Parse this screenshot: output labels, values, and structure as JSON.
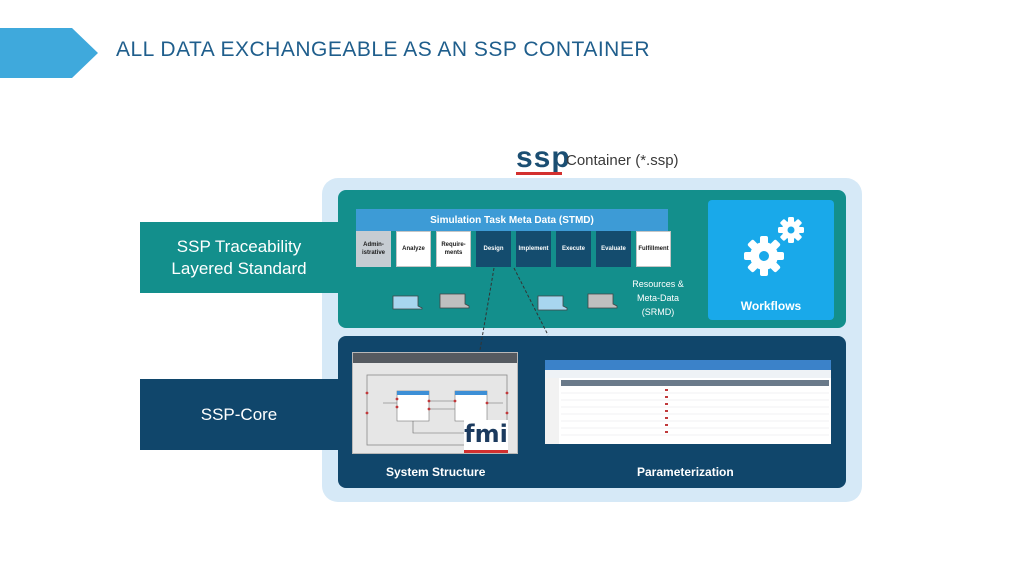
{
  "slide": {
    "title": "ALL DATA EXCHANGEABLE AS AN SSP CONTAINER"
  },
  "container": {
    "logo_text": "ssp",
    "label": "Container (*.ssp)"
  },
  "layers": {
    "traceability": {
      "line1": "SSP Traceability",
      "line2": "Layered Standard"
    },
    "core": "SSP-Core"
  },
  "stmd": {
    "header": "Simulation Task Meta Data (STMD)",
    "phases": [
      {
        "line1": "Admin-",
        "line2": "istrative"
      },
      {
        "line1": "Analyze",
        "line2": ""
      },
      {
        "line1": "Require-",
        "line2": "ments"
      },
      {
        "line1": "Design",
        "line2": ""
      },
      {
        "line1": "Implement",
        "line2": ""
      },
      {
        "line1": "Execute",
        "line2": ""
      },
      {
        "line1": "Evaluate",
        "line2": ""
      },
      {
        "line1": "Fulfillment",
        "line2": ""
      }
    ]
  },
  "srmd": {
    "line1": "Resources &",
    "line2": "Meta-Data",
    "line3": "(SRMD)"
  },
  "workflows": {
    "label": "Workflows"
  },
  "system_structure": {
    "label": "System Structure",
    "fmi_logo": "fmi"
  },
  "parameterization": {
    "label": "Parameterization"
  },
  "colors": {
    "teal": "#138f8c",
    "navy": "#10466b",
    "light_blue": "#19a9ea",
    "title_blue": "#1f5e8c",
    "ssp_red": "#d3302f"
  }
}
